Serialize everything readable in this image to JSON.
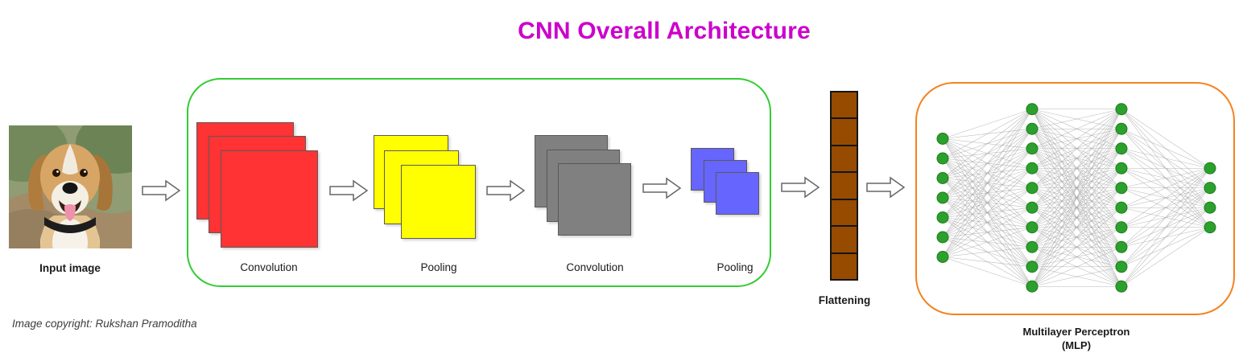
{
  "title": {
    "text": "CNN Overall Architecture",
    "color": "#cc00cc"
  },
  "input_stage": {
    "label": "Input image",
    "image_desc": "beagle-dog-photo"
  },
  "feature_extraction": {
    "border_color": "#33cc33",
    "stages": [
      {
        "label": "Convolution",
        "color": "#ff3333"
      },
      {
        "label": "Pooling",
        "color": "#ffff00"
      },
      {
        "label": "Convolution",
        "color": "#808080"
      },
      {
        "label": "Pooling",
        "color": "#6666ff"
      }
    ]
  },
  "flattening": {
    "label": "Flattening",
    "cell_color": "#964b00",
    "cells": 7
  },
  "mlp": {
    "label_line1": "Multilayer Perceptron",
    "label_line2": "(MLP)",
    "border_color": "#f5821f",
    "node_color": "#2ca02c",
    "layers": [
      7,
      10,
      10,
      4
    ]
  },
  "copyright": "Image copyright: Rukshan Pramoditha",
  "icons": {
    "flow_arrow": "right-block-arrow",
    "arrow_outline_color": "#666666"
  }
}
